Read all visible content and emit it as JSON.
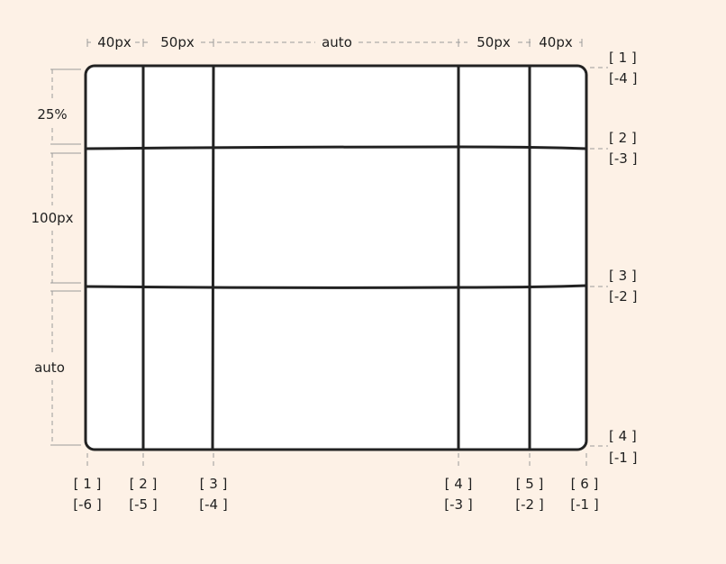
{
  "column_sizes": [
    "40px",
    "50px",
    "auto",
    "50px",
    "40px"
  ],
  "row_sizes": [
    "25%",
    "100px",
    "auto"
  ],
  "row_line_labels": [
    {
      "pos": "[ 1 ]",
      "neg": "[-4 ]"
    },
    {
      "pos": "[ 2 ]",
      "neg": "[-3 ]"
    },
    {
      "pos": "[ 3 ]",
      "neg": "[-2 ]"
    },
    {
      "pos": "[ 4 ]",
      "neg": "[-1 ]"
    }
  ],
  "column_line_labels": [
    {
      "pos": "[ 1 ]",
      "neg": "[-6 ]"
    },
    {
      "pos": "[ 2 ]",
      "neg": "[-5 ]"
    },
    {
      "pos": "[ 3 ]",
      "neg": "[-4 ]"
    },
    {
      "pos": "[ 4 ]",
      "neg": "[-3 ]"
    },
    {
      "pos": "[ 5 ]",
      "neg": "[-2 ]"
    },
    {
      "pos": "[ 6 ]",
      "neg": "[-1 ]"
    }
  ],
  "colors": {
    "background": "#fdf1e6",
    "grid_fill": "#ffffff",
    "line": "#222222",
    "guide": "#9a9a9a"
  }
}
